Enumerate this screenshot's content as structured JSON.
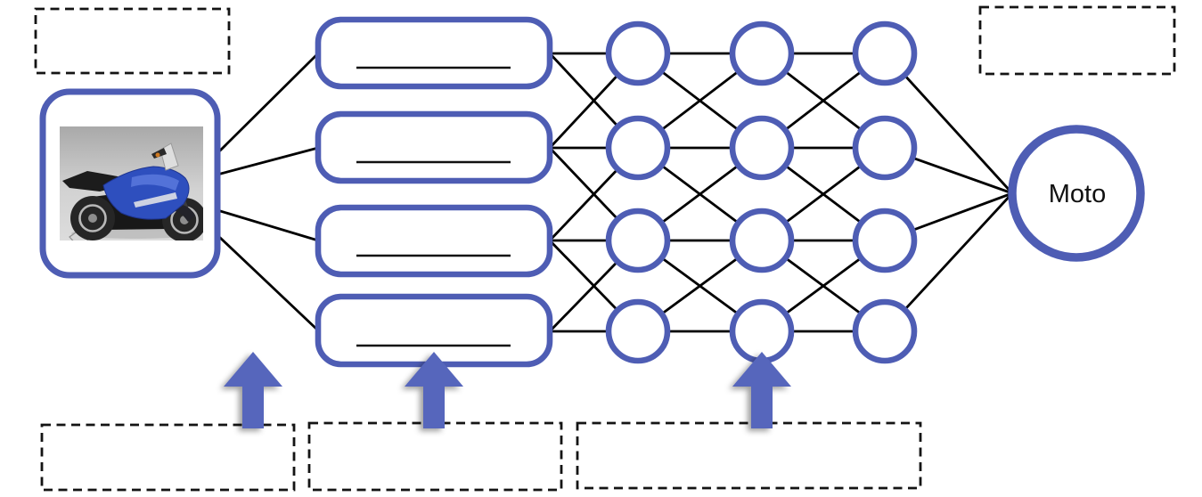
{
  "slide": {
    "output_node_label": "Moto",
    "input_image_alt": "blue sport motorcycle photo on gray background",
    "placeholders": {
      "top_left": "",
      "top_right": "",
      "bottom_left": "",
      "bottom_center": "",
      "bottom_right": ""
    },
    "structure": {
      "feature_boxes": 4,
      "hidden_layers": 3,
      "nodes_per_hidden_layer": 4,
      "upward_arrows": 3,
      "connection_rule": "each node links to same row and adjacent rows of next layer"
    },
    "colors": {
      "node_border_blue": "#4E5DB4",
      "arrow_blue": "#5766BC",
      "connection_black": "#000000",
      "dashed_border_black": "#141414"
    }
  }
}
